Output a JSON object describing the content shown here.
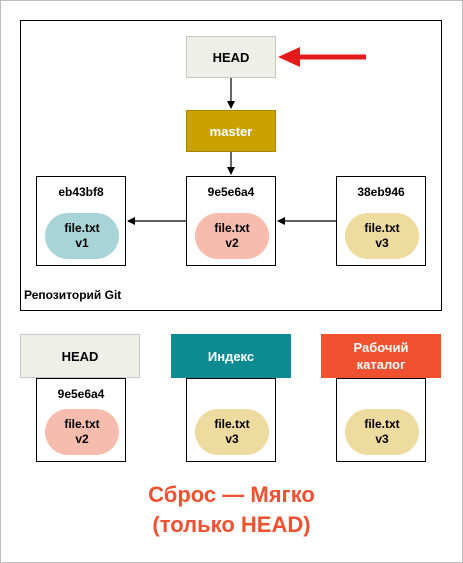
{
  "repository": {
    "label": "Репозиторий Git",
    "head_label": "HEAD",
    "branch_label": "master",
    "commits": [
      {
        "hash": "eb43bf8",
        "file": "file.txt",
        "version": "v1",
        "color": "#a8d4d8"
      },
      {
        "hash": "9e5e6a4",
        "file": "file.txt",
        "version": "v2",
        "color": "#f6bcae"
      },
      {
        "hash": "38eb946",
        "file": "file.txt",
        "version": "v3",
        "color": "#eedba0"
      }
    ]
  },
  "trees": [
    {
      "label": "HEAD",
      "hash": "9e5e6a4",
      "file": "file.txt",
      "version": "v2",
      "color": "#f6bcae"
    },
    {
      "label": "Индекс",
      "hash": "",
      "file": "file.txt",
      "version": "v3",
      "color": "#eedba0"
    },
    {
      "label": "Рабочий каталог",
      "hash": "",
      "file": "file.txt",
      "version": "v3",
      "color": "#eedba0"
    }
  ],
  "title": {
    "line1": "Сброс — Мягко",
    "line2": "(только HEAD)"
  },
  "colors": {
    "pointer_arrow": "#e51b1b",
    "accent": "#ef5131",
    "index_header": "#0e8b92",
    "branch_box": "#c9a200"
  }
}
